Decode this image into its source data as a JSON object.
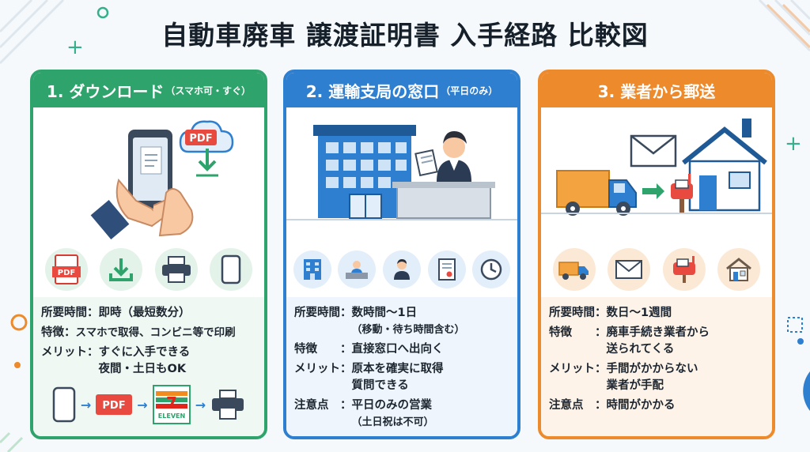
{
  "title": "自動車廃車 譲渡証明書 入手経路 比較図",
  "colors": {
    "green": "#2ea36b",
    "blue": "#2f7fd0",
    "orange": "#ec8a2c"
  },
  "cards": [
    {
      "head_main": "1. ダウンロード",
      "head_sub": "（スマホ可・すぐ）",
      "icons": [
        "pdf-icon",
        "download-icon",
        "printer-icon",
        "phone-icon"
      ],
      "icon_labels": {
        "pdf": "PDF"
      },
      "rows": [
        {
          "key": "所要時間：",
          "lines": [
            "即時（最短数分）"
          ]
        },
        {
          "key": "特徴：",
          "lines": [
            "スマホで取得、コンビニ等で印刷"
          ]
        },
        {
          "key": "メリット：",
          "lines": [
            "すぐに入手できる",
            "夜間・土日もOK"
          ]
        }
      ],
      "flow": [
        "phone-icon",
        "pdf-icon",
        "convenience-store-icon",
        "printer-icon"
      ],
      "flow_pdf": "PDF",
      "store_label": "ELEVEN"
    },
    {
      "head_main": "2. 運輸支局の窓口",
      "head_sub": "（平日のみ）",
      "icons": [
        "building-icon",
        "reception-icon",
        "staff-icon",
        "certificate-icon",
        "clock-icon"
      ],
      "rows": [
        {
          "key": "所要時間：",
          "lines": [
            "数時間〜1日",
            "（移動・待ち時間含む）"
          ]
        },
        {
          "key": "特徴　　：",
          "lines": [
            "直接窓口へ出向く"
          ]
        },
        {
          "key": "メリット：",
          "lines": [
            "原本を確実に取得",
            "質問できる"
          ]
        },
        {
          "key": "注意点　：",
          "lines": [
            "平日のみの営業",
            "（土日祝は不可）"
          ]
        }
      ]
    },
    {
      "head_main": "3. 業者から郵送",
      "head_sub": "",
      "icons": [
        "truck-icon",
        "envelope-icon",
        "mailbox-icon",
        "house-icon"
      ],
      "rows": [
        {
          "key": "所要時間：",
          "lines": [
            "数日〜1週間"
          ]
        },
        {
          "key": "特徴　　：",
          "lines": [
            "廃車手続き業者から",
            "送られてくる"
          ]
        },
        {
          "key": "メリット：",
          "lines": [
            "手間がかからない",
            "業者が手配"
          ]
        },
        {
          "key": "注意点　：",
          "lines": [
            "時間がかかる"
          ]
        }
      ]
    }
  ],
  "hero_labels": {
    "pdf": "PDF"
  }
}
